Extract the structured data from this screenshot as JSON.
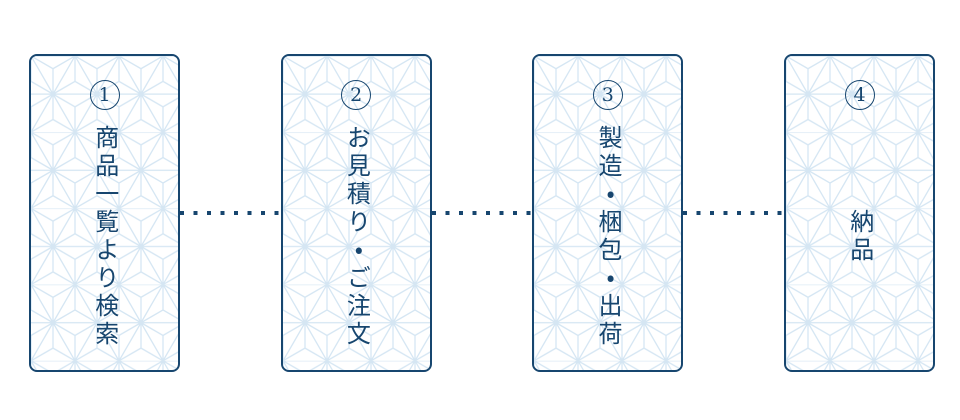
{
  "colors": {
    "navy": "#17466F",
    "pattern_line": "#d5e6f3",
    "card_background": "#ffffff"
  },
  "flow": {
    "steps": [
      {
        "number": "1",
        "label": "商品一覧より検索"
      },
      {
        "number": "2",
        "label": "お見積り・ご注文"
      },
      {
        "number": "3",
        "label": "製造・梱包・出荷"
      },
      {
        "number": "4",
        "label": "納品"
      }
    ]
  }
}
